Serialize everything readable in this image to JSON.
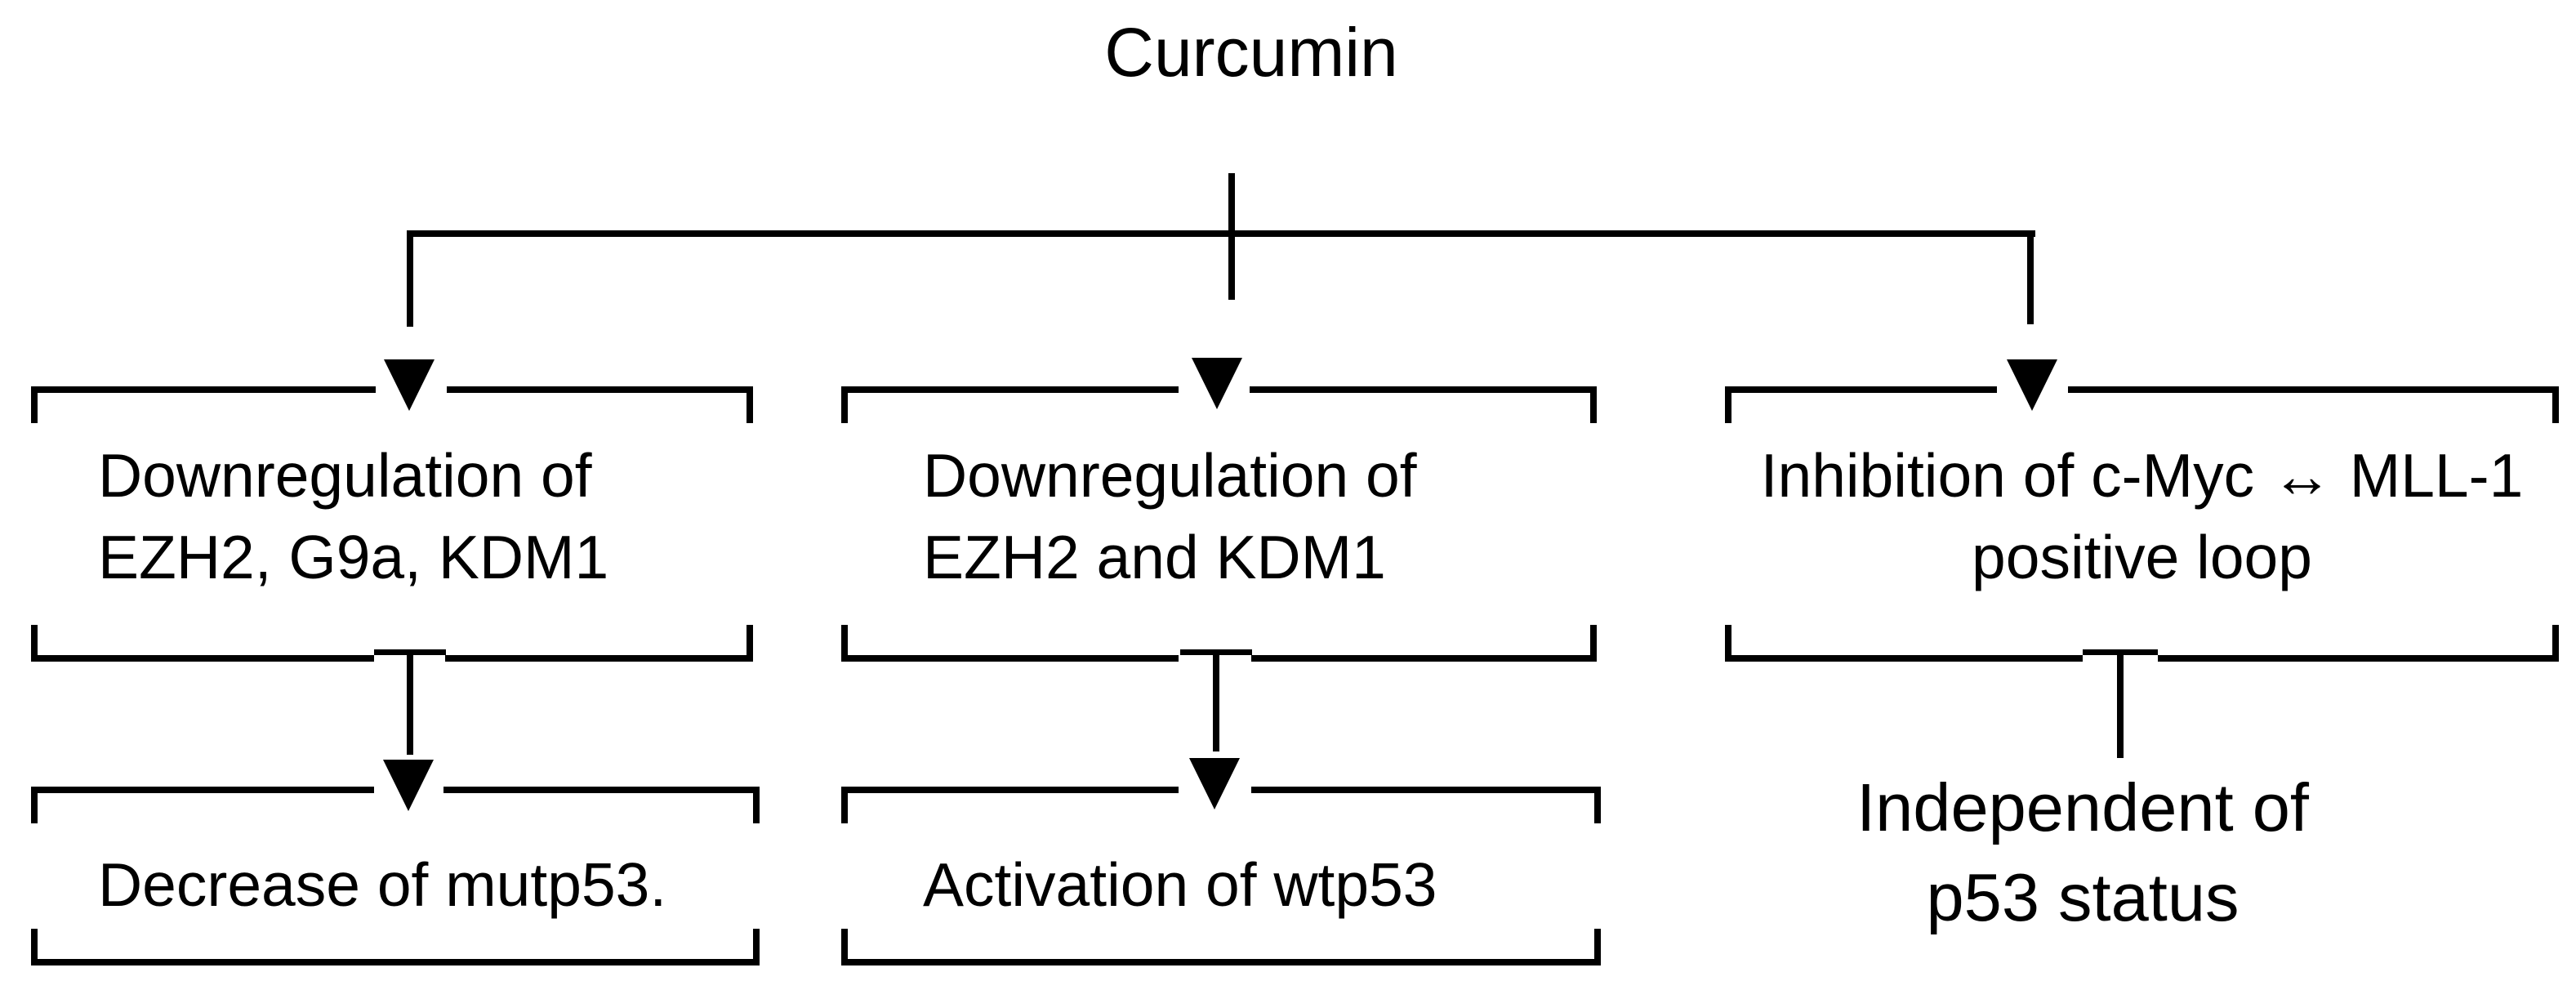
{
  "title": "Curcumin",
  "nodes": {
    "left_top": {
      "line1": "Downregulation of",
      "line2": "EZH2, G9a, KDM1"
    },
    "middle_top": {
      "line1": "Downregulation of",
      "line2": "EZH2 and KDM1"
    },
    "right_top": {
      "line1": "Inhibition of c-Myc ↔ MLL-1",
      "line2": "positive loop"
    },
    "left_bottom": {
      "line1": "Decrease of mutp53."
    },
    "middle_bottom": {
      "line1": "Activation of wtp53"
    },
    "right_bottom_label": {
      "line1": "Independent of",
      "line2": "p53 status"
    }
  },
  "icons": {
    "arrow_down": "▼",
    "double_arrow": "↔"
  },
  "colors": {
    "foreground": "#000000",
    "background": "#ffffff"
  }
}
